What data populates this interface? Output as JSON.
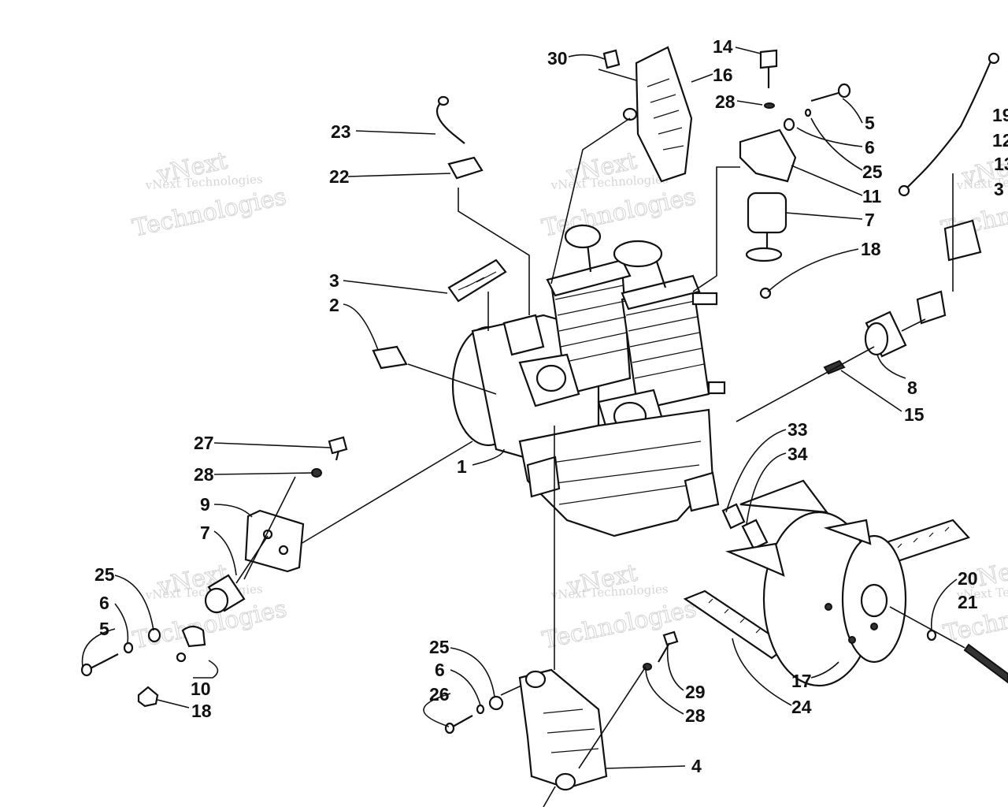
{
  "watermark": {
    "line1": "vNext Technologies",
    "line2": "Technologies",
    "brand": "vNext"
  },
  "callouts": [
    "30",
    "16",
    "14",
    "28",
    "5",
    "6",
    "25",
    "11",
    "7",
    "18",
    "19",
    "12",
    "13",
    "3",
    "23",
    "22",
    "3",
    "2",
    "8",
    "15",
    "33",
    "34",
    "1",
    "27",
    "28",
    "9",
    "7",
    "25",
    "6",
    "5",
    "10",
    "18",
    "25",
    "6",
    "26",
    "29",
    "28",
    "4",
    "17",
    "24",
    "20",
    "21"
  ]
}
